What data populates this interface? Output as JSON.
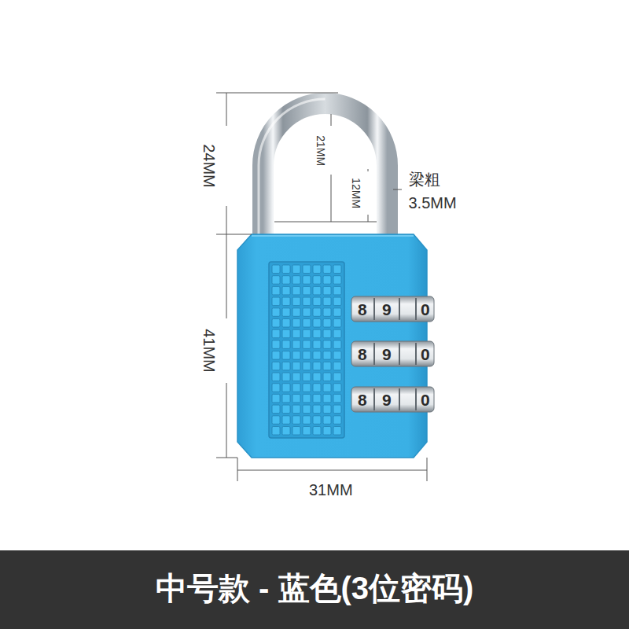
{
  "diagram": {
    "caption": "中号款 - 蓝色(3位密码)",
    "labels": [
      "24MM",
      "21MM",
      "12MM",
      "梁粗",
      "3.5MM",
      "8",
      "9",
      "0",
      "8",
      "9",
      "0",
      "8",
      "9",
      "0",
      "41MM",
      "31MM"
    ]
  }
}
